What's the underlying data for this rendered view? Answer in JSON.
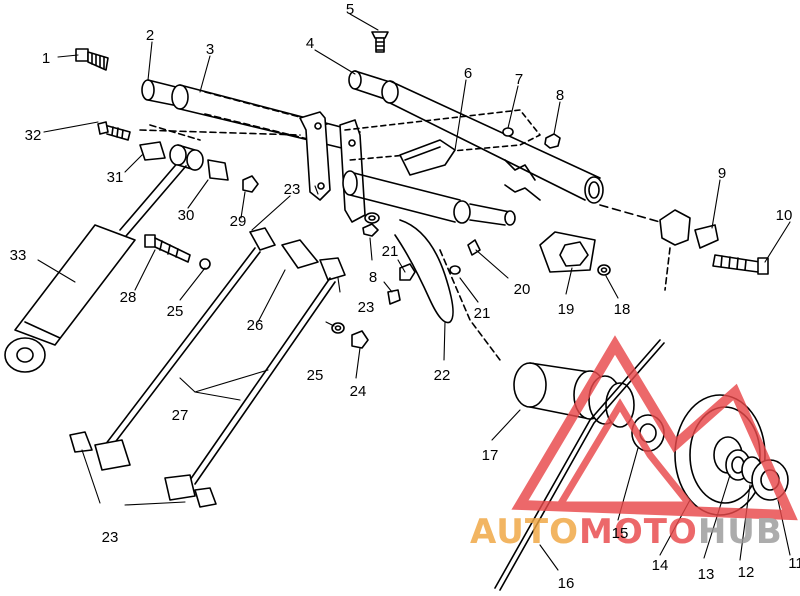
{
  "diagram": {
    "type": "exploded parts diagram",
    "callouts": [
      {
        "id": "c1",
        "text": "1"
      },
      {
        "id": "c2",
        "text": "2"
      },
      {
        "id": "c3",
        "text": "3"
      },
      {
        "id": "c4",
        "text": "4"
      },
      {
        "id": "c5",
        "text": "5"
      },
      {
        "id": "c6",
        "text": "6"
      },
      {
        "id": "c7",
        "text": "7"
      },
      {
        "id": "c8a",
        "text": "8"
      },
      {
        "id": "c8b",
        "text": "8"
      },
      {
        "id": "c9",
        "text": "9"
      },
      {
        "id": "c10",
        "text": "10"
      },
      {
        "id": "c11",
        "text": "11"
      },
      {
        "id": "c12",
        "text": "12"
      },
      {
        "id": "c13",
        "text": "13"
      },
      {
        "id": "c14",
        "text": "14"
      },
      {
        "id": "c15",
        "text": "15"
      },
      {
        "id": "c16",
        "text": "16"
      },
      {
        "id": "c17",
        "text": "17"
      },
      {
        "id": "c18",
        "text": "18"
      },
      {
        "id": "c19",
        "text": "19"
      },
      {
        "id": "c20",
        "text": "20"
      },
      {
        "id": "c21a",
        "text": "21"
      },
      {
        "id": "c21b",
        "text": "21"
      },
      {
        "id": "c22",
        "text": "22"
      },
      {
        "id": "c23a",
        "text": "23"
      },
      {
        "id": "c23b",
        "text": "23"
      },
      {
        "id": "c23c",
        "text": "23"
      },
      {
        "id": "c24",
        "text": "24"
      },
      {
        "id": "c25a",
        "text": "25"
      },
      {
        "id": "c25b",
        "text": "25"
      },
      {
        "id": "c26",
        "text": "26"
      },
      {
        "id": "c27",
        "text": "27"
      },
      {
        "id": "c28",
        "text": "28"
      },
      {
        "id": "c29",
        "text": "29"
      },
      {
        "id": "c30",
        "text": "30"
      },
      {
        "id": "c31",
        "text": "31"
      },
      {
        "id": "c32",
        "text": "32"
      },
      {
        "id": "c33",
        "text": "33"
      }
    ]
  },
  "watermark": {
    "text_part1": "AUTO",
    "text_part2": "MOTO",
    "text_part3": "HUB",
    "color_red": "#e8484a",
    "color_orange": "#f0a640",
    "color_grey": "#9a9a9a"
  },
  "colors": {
    "line": "#000000",
    "background": "#ffffff"
  }
}
